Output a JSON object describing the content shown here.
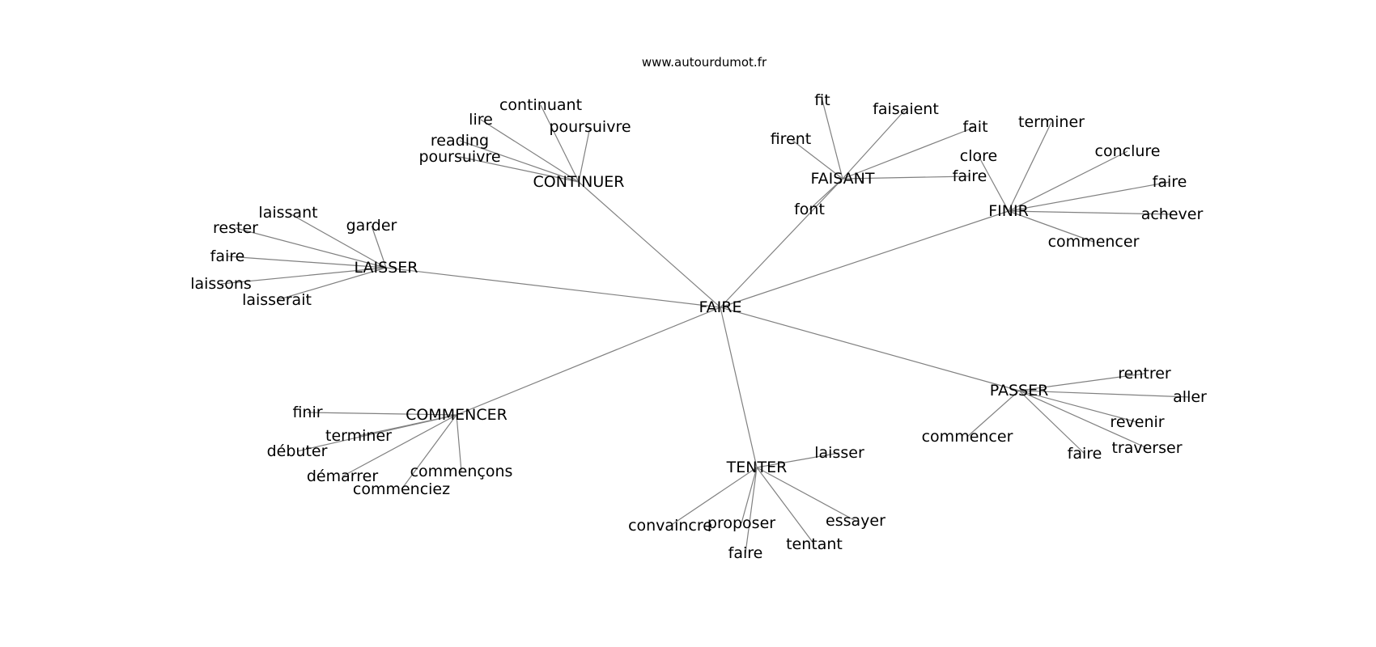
{
  "watermark": "www.autourdumot.fr",
  "colors": {
    "edge": "#808080",
    "text": "#000000",
    "background": "#ffffff"
  },
  "graph": {
    "center": "FAIRE",
    "hubs": [
      {
        "id": "continuer",
        "label": "CONTINUER",
        "words": [
          "continuant",
          "lire",
          "poursuivre",
          "reading",
          "poursuivre"
        ]
      },
      {
        "id": "faisant",
        "label": "FAISANT",
        "words": [
          "fit",
          "faisaient",
          "fait",
          "firent",
          "faire",
          "font"
        ]
      },
      {
        "id": "finir",
        "label": "FINIR",
        "words": [
          "terminer",
          "conclure",
          "clore",
          "faire",
          "achever",
          "commencer"
        ]
      },
      {
        "id": "laisser",
        "label": "LAISSER",
        "words": [
          "laissant",
          "garder",
          "rester",
          "faire",
          "laissons",
          "laisserait"
        ]
      },
      {
        "id": "passer",
        "label": "PASSER",
        "words": [
          "rentrer",
          "aller",
          "commencer",
          "revenir",
          "traverser",
          "faire"
        ]
      },
      {
        "id": "commencer",
        "label": "COMMENCER",
        "words": [
          "finir",
          "terminer",
          "débuter",
          "commençons",
          "démarrer",
          "commenciez"
        ]
      },
      {
        "id": "tenter",
        "label": "TENTER",
        "words": [
          "laisser",
          "essayer",
          "convaincre",
          "proposer",
          "tentant",
          "faire"
        ]
      }
    ]
  }
}
